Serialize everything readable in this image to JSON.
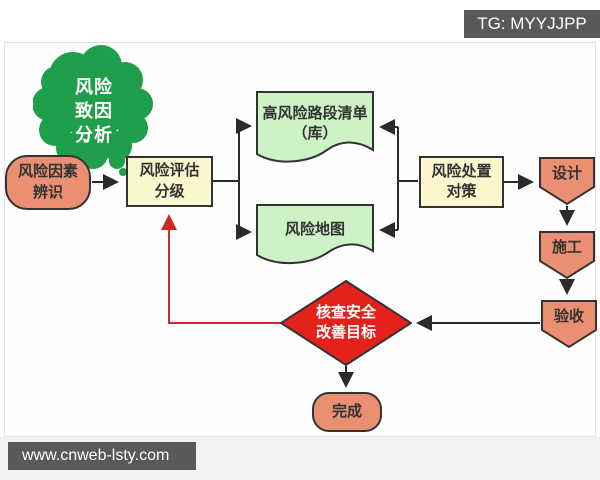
{
  "watermarks": {
    "top": "TG: MYYJJPP",
    "bottom": "www.cnweb-lsty.com"
  },
  "nodes": {
    "cloud": "风险\n致因\n分析",
    "identify": "风险因素\n辨识",
    "assess": "风险评估\n分级",
    "list": "高风险路段清单\n（库）",
    "map": "风险地图",
    "countermeasure": "风险处置\n对策",
    "design": "设计",
    "construction": "施工",
    "acceptance": "验收",
    "check": "核查安全\n改善目标",
    "done": "完成"
  },
  "colors": {
    "salmon": "#ea8f72",
    "yellow": "#fbf8cf",
    "lightgreen": "#cdf2c5",
    "cloudgreen": "#1f9e4b",
    "diamondred": "#e3231b",
    "line": "#2b2b2b",
    "redline": "#cc2a26",
    "badge": "#595959"
  }
}
